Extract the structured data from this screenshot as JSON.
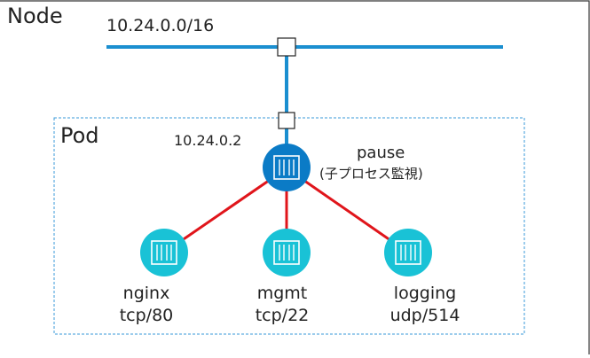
{
  "node": {
    "title": "Node",
    "cidr": "10.24.0.0/16"
  },
  "pod": {
    "title": "Pod",
    "ip": "10.24.0.2"
  },
  "pause": {
    "name": "pause",
    "description": "(子プロセス監視)"
  },
  "containers": [
    {
      "name": "nginx",
      "port": "tcp/80"
    },
    {
      "name": "mgmt",
      "port": "tcp/22"
    },
    {
      "name": "logging",
      "port": "udp/514"
    }
  ],
  "colors": {
    "network_line": "#1b8fd0",
    "pause_circle": "#0b7bc6",
    "container_circle": "#19c2d6",
    "link_line": "#e0151b",
    "pod_border": "#3a9ad9",
    "node_border": "#333333"
  },
  "icons": {
    "container": "container-icon",
    "port": "port-icon"
  }
}
